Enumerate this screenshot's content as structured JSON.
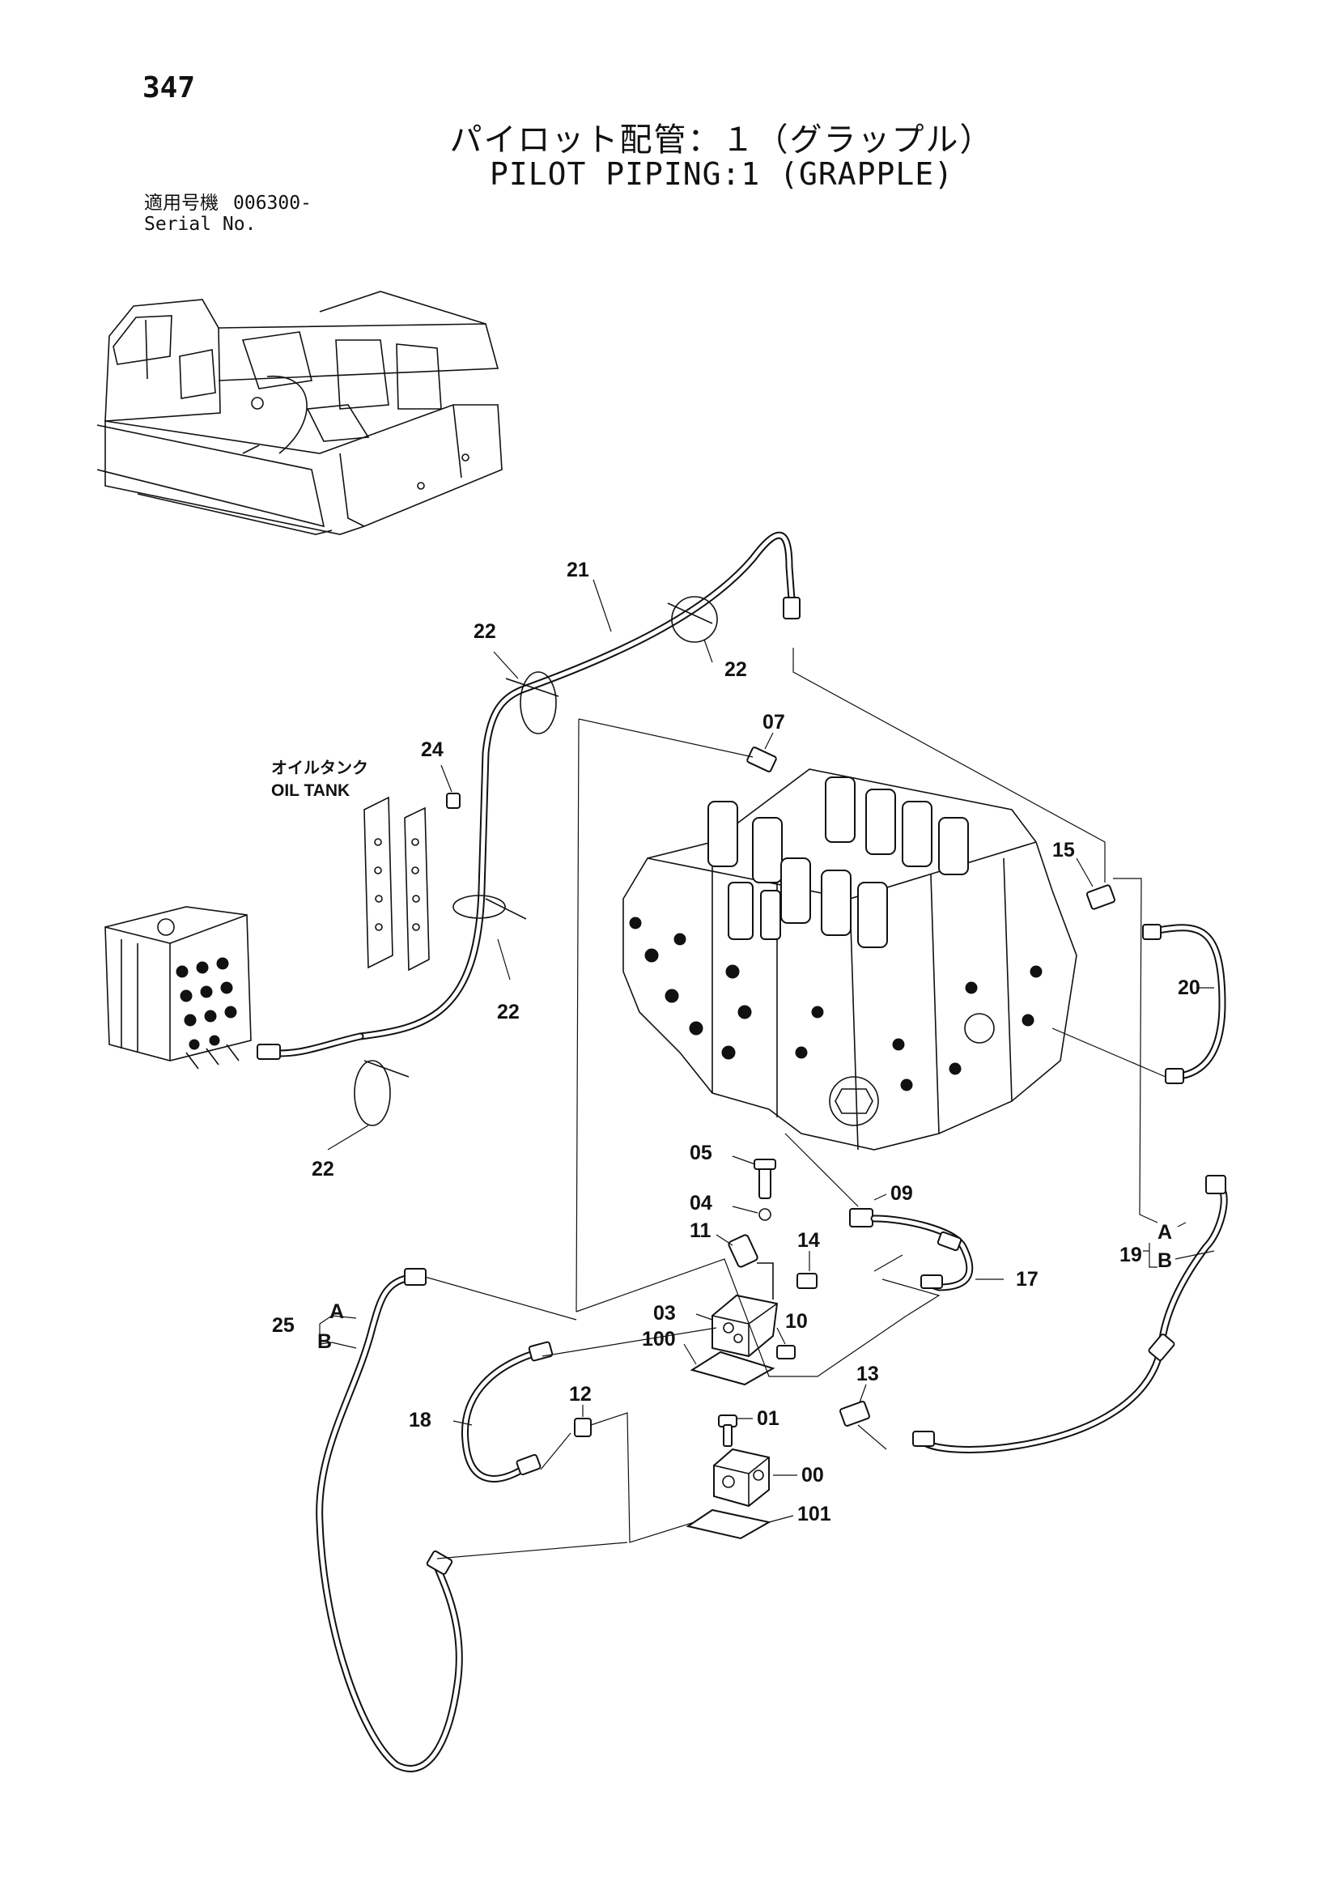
{
  "page_number": "347",
  "title_jp": "パイロット配管：１（グラップル）",
  "title_en": "PILOT PIPING:1 (GRAPPLE)",
  "serial": {
    "label_jp": "適用号機",
    "value": "006300-",
    "label_en": "Serial No."
  },
  "oil_tank": {
    "label_jp": "オイルタンク",
    "label_en": "OIL TANK"
  },
  "callouts": {
    "c21": "21",
    "c22a": "22",
    "c22b": "22",
    "c22c": "22",
    "c22d": "22",
    "c07": "07",
    "c24": "24",
    "c15": "15",
    "c20": "20",
    "c05": "05",
    "c04": "04",
    "c09": "09",
    "c11": "11",
    "c14": "14",
    "c17": "17",
    "c03": "03",
    "c10": "10",
    "c100": "100",
    "c12": "12",
    "c13": "13",
    "c01": "01",
    "c00": "00",
    "c101": "101",
    "c18": "18",
    "c25": "25",
    "c25a": "A",
    "c25b": "B",
    "c19": "19",
    "c19a": "A",
    "c19b": "B"
  }
}
